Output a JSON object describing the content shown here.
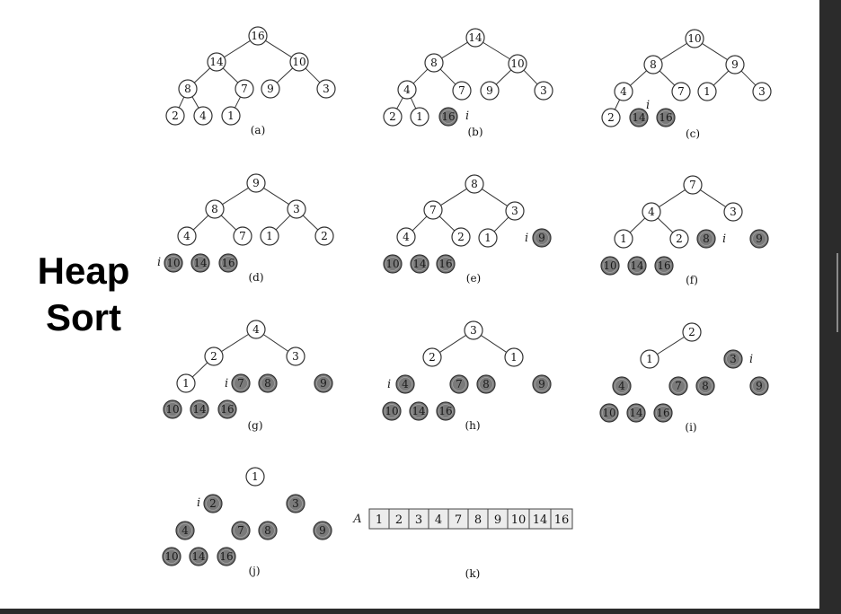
{
  "title": {
    "line1": "Heap",
    "line2": "Sort"
  },
  "colors": {
    "background": "#ffffff",
    "node_fill": "#ffffff",
    "sorted_fill": "#7a7a7a",
    "stroke": "#333333"
  },
  "panels": [
    {
      "label": "(a)",
      "nodes": [
        {
          "id": "a1",
          "value": "16",
          "shaded": false
        },
        {
          "id": "a2",
          "value": "14",
          "shaded": false
        },
        {
          "id": "a3",
          "value": "10",
          "shaded": false
        },
        {
          "id": "a4",
          "value": "8",
          "shaded": false
        },
        {
          "id": "a5",
          "value": "7",
          "shaded": false
        },
        {
          "id": "a6",
          "value": "9",
          "shaded": false
        },
        {
          "id": "a7",
          "value": "3",
          "shaded": false
        },
        {
          "id": "a8",
          "value": "2",
          "shaded": false
        },
        {
          "id": "a9",
          "value": "4",
          "shaded": false
        },
        {
          "id": "a10",
          "value": "1",
          "shaded": false
        }
      ],
      "edges": [
        [
          "a1",
          "a2"
        ],
        [
          "a1",
          "a3"
        ],
        [
          "a2",
          "a4"
        ],
        [
          "a2",
          "a5"
        ],
        [
          "a3",
          "a6"
        ],
        [
          "a3",
          "a7"
        ],
        [
          "a4",
          "a8"
        ],
        [
          "a4",
          "a9"
        ],
        [
          "a5",
          "a10"
        ]
      ]
    },
    {
      "label": "(b)",
      "i_marker": "i",
      "i_at": "b10",
      "nodes": [
        {
          "id": "b1",
          "value": "14",
          "shaded": false
        },
        {
          "id": "b2",
          "value": "8",
          "shaded": false
        },
        {
          "id": "b3",
          "value": "10",
          "shaded": false
        },
        {
          "id": "b4",
          "value": "4",
          "shaded": false
        },
        {
          "id": "b5",
          "value": "7",
          "shaded": false
        },
        {
          "id": "b6",
          "value": "9",
          "shaded": false
        },
        {
          "id": "b7",
          "value": "3",
          "shaded": false
        },
        {
          "id": "b8",
          "value": "2",
          "shaded": false
        },
        {
          "id": "b9",
          "value": "1",
          "shaded": false
        },
        {
          "id": "b10",
          "value": "16",
          "shaded": true
        }
      ],
      "edges": [
        [
          "b1",
          "b2"
        ],
        [
          "b1",
          "b3"
        ],
        [
          "b2",
          "b4"
        ],
        [
          "b2",
          "b5"
        ],
        [
          "b3",
          "b6"
        ],
        [
          "b3",
          "b7"
        ],
        [
          "b4",
          "b8"
        ],
        [
          "b4",
          "b9"
        ]
      ]
    },
    {
      "label": "(c)",
      "i_marker": "i",
      "i_at": "c9",
      "nodes": [
        {
          "id": "c1",
          "value": "10",
          "shaded": false
        },
        {
          "id": "c2",
          "value": "8",
          "shaded": false
        },
        {
          "id": "c3",
          "value": "9",
          "shaded": false
        },
        {
          "id": "c4",
          "value": "4",
          "shaded": false
        },
        {
          "id": "c5",
          "value": "7",
          "shaded": false
        },
        {
          "id": "c6",
          "value": "1",
          "shaded": false
        },
        {
          "id": "c7",
          "value": "3",
          "shaded": false
        },
        {
          "id": "c8",
          "value": "2",
          "shaded": false
        },
        {
          "id": "c9",
          "value": "14",
          "shaded": true
        },
        {
          "id": "c10",
          "value": "16",
          "shaded": true
        }
      ],
      "edges": [
        [
          "c1",
          "c2"
        ],
        [
          "c1",
          "c3"
        ],
        [
          "c2",
          "c4"
        ],
        [
          "c2",
          "c5"
        ],
        [
          "c3",
          "c6"
        ],
        [
          "c3",
          "c7"
        ],
        [
          "c4",
          "c8"
        ]
      ]
    },
    {
      "label": "(d)",
      "i_marker": "i",
      "i_at": "d8",
      "nodes": [
        {
          "id": "d1",
          "value": "9",
          "shaded": false
        },
        {
          "id": "d2",
          "value": "8",
          "shaded": false
        },
        {
          "id": "d3",
          "value": "3",
          "shaded": false
        },
        {
          "id": "d4",
          "value": "4",
          "shaded": false
        },
        {
          "id": "d5",
          "value": "7",
          "shaded": false
        },
        {
          "id": "d6",
          "value": "1",
          "shaded": false
        },
        {
          "id": "d7",
          "value": "2",
          "shaded": false
        },
        {
          "id": "d8",
          "value": "10",
          "shaded": true
        },
        {
          "id": "d9",
          "value": "14",
          "shaded": true
        },
        {
          "id": "d10",
          "value": "16",
          "shaded": true
        }
      ],
      "edges": [
        [
          "d1",
          "d2"
        ],
        [
          "d1",
          "d3"
        ],
        [
          "d2",
          "d4"
        ],
        [
          "d2",
          "d5"
        ],
        [
          "d3",
          "d6"
        ],
        [
          "d3",
          "d7"
        ]
      ]
    },
    {
      "label": "(e)",
      "i_marker": "i",
      "i_at": "e7",
      "nodes": [
        {
          "id": "e1",
          "value": "8",
          "shaded": false
        },
        {
          "id": "e2",
          "value": "7",
          "shaded": false
        },
        {
          "id": "e3",
          "value": "3",
          "shaded": false
        },
        {
          "id": "e4",
          "value": "4",
          "shaded": false
        },
        {
          "id": "e5",
          "value": "2",
          "shaded": false
        },
        {
          "id": "e6",
          "value": "1",
          "shaded": false
        },
        {
          "id": "e7",
          "value": "9",
          "shaded": true
        },
        {
          "id": "e8",
          "value": "10",
          "shaded": true
        },
        {
          "id": "e9",
          "value": "14",
          "shaded": true
        },
        {
          "id": "e10",
          "value": "16",
          "shaded": true
        }
      ],
      "edges": [
        [
          "e1",
          "e2"
        ],
        [
          "e1",
          "e3"
        ],
        [
          "e2",
          "e4"
        ],
        [
          "e2",
          "e5"
        ],
        [
          "e3",
          "e6"
        ]
      ]
    },
    {
      "label": "(f)",
      "i_marker": "i",
      "i_at": "f6",
      "nodes": [
        {
          "id": "f1",
          "value": "7",
          "shaded": false
        },
        {
          "id": "f2",
          "value": "4",
          "shaded": false
        },
        {
          "id": "f3",
          "value": "3",
          "shaded": false
        },
        {
          "id": "f4",
          "value": "1",
          "shaded": false
        },
        {
          "id": "f5",
          "value": "2",
          "shaded": false
        },
        {
          "id": "f6",
          "value": "8",
          "shaded": true
        },
        {
          "id": "f7",
          "value": "9",
          "shaded": true
        },
        {
          "id": "f8",
          "value": "10",
          "shaded": true
        },
        {
          "id": "f9",
          "value": "14",
          "shaded": true
        },
        {
          "id": "f10",
          "value": "16",
          "shaded": true
        }
      ],
      "edges": [
        [
          "f1",
          "f2"
        ],
        [
          "f1",
          "f3"
        ],
        [
          "f2",
          "f4"
        ],
        [
          "f2",
          "f5"
        ]
      ]
    },
    {
      "label": "(g)",
      "i_marker": "i",
      "i_at": "g5",
      "nodes": [
        {
          "id": "g1",
          "value": "4",
          "shaded": false
        },
        {
          "id": "g2",
          "value": "2",
          "shaded": false
        },
        {
          "id": "g3",
          "value": "3",
          "shaded": false
        },
        {
          "id": "g4",
          "value": "1",
          "shaded": false
        },
        {
          "id": "g5",
          "value": "7",
          "shaded": true
        },
        {
          "id": "g6",
          "value": "8",
          "shaded": true
        },
        {
          "id": "g7",
          "value": "9",
          "shaded": true
        },
        {
          "id": "g8",
          "value": "10",
          "shaded": true
        },
        {
          "id": "g9",
          "value": "14",
          "shaded": true
        },
        {
          "id": "g10",
          "value": "16",
          "shaded": true
        }
      ],
      "edges": [
        [
          "g1",
          "g2"
        ],
        [
          "g1",
          "g3"
        ],
        [
          "g2",
          "g4"
        ]
      ]
    },
    {
      "label": "(h)",
      "i_marker": "i",
      "i_at": "h4",
      "nodes": [
        {
          "id": "h1",
          "value": "3",
          "shaded": false
        },
        {
          "id": "h2",
          "value": "2",
          "shaded": false
        },
        {
          "id": "h3",
          "value": "1",
          "shaded": false
        },
        {
          "id": "h4",
          "value": "4",
          "shaded": true
        },
        {
          "id": "h5",
          "value": "7",
          "shaded": true
        },
        {
          "id": "h6",
          "value": "8",
          "shaded": true
        },
        {
          "id": "h7",
          "value": "9",
          "shaded": true
        },
        {
          "id": "h8",
          "value": "10",
          "shaded": true
        },
        {
          "id": "h9",
          "value": "14",
          "shaded": true
        },
        {
          "id": "h10",
          "value": "16",
          "shaded": true
        }
      ],
      "edges": [
        [
          "h1",
          "h2"
        ],
        [
          "h1",
          "h3"
        ]
      ]
    },
    {
      "label": "(i)",
      "i_marker": "i",
      "i_at": "i3",
      "nodes": [
        {
          "id": "i1",
          "value": "2",
          "shaded": false
        },
        {
          "id": "i2",
          "value": "1",
          "shaded": false
        },
        {
          "id": "i3",
          "value": "3",
          "shaded": true
        },
        {
          "id": "i4",
          "value": "4",
          "shaded": true
        },
        {
          "id": "i5",
          "value": "7",
          "shaded": true
        },
        {
          "id": "i6",
          "value": "8",
          "shaded": true
        },
        {
          "id": "i7",
          "value": "9",
          "shaded": true
        },
        {
          "id": "i8",
          "value": "10",
          "shaded": true
        },
        {
          "id": "i9",
          "value": "14",
          "shaded": true
        },
        {
          "id": "i10",
          "value": "16",
          "shaded": true
        }
      ],
      "edges": [
        [
          "i1",
          "i2"
        ]
      ]
    },
    {
      "label": "(j)",
      "i_marker": "i",
      "i_at": "j2",
      "nodes": [
        {
          "id": "j1",
          "value": "1",
          "shaded": false
        },
        {
          "id": "j2",
          "value": "2",
          "shaded": true
        },
        {
          "id": "j3",
          "value": "3",
          "shaded": true
        },
        {
          "id": "j4",
          "value": "4",
          "shaded": true
        },
        {
          "id": "j5",
          "value": "7",
          "shaded": true
        },
        {
          "id": "j6",
          "value": "8",
          "shaded": true
        },
        {
          "id": "j7",
          "value": "9",
          "shaded": true
        },
        {
          "id": "j8",
          "value": "10",
          "shaded": true
        },
        {
          "id": "j9",
          "value": "14",
          "shaded": true
        },
        {
          "id": "j10",
          "value": "16",
          "shaded": true
        }
      ],
      "edges": []
    }
  ],
  "array": {
    "label": "(k)",
    "name": "A",
    "values": [
      "1",
      "2",
      "3",
      "4",
      "7",
      "8",
      "9",
      "10",
      "14",
      "16"
    ]
  }
}
